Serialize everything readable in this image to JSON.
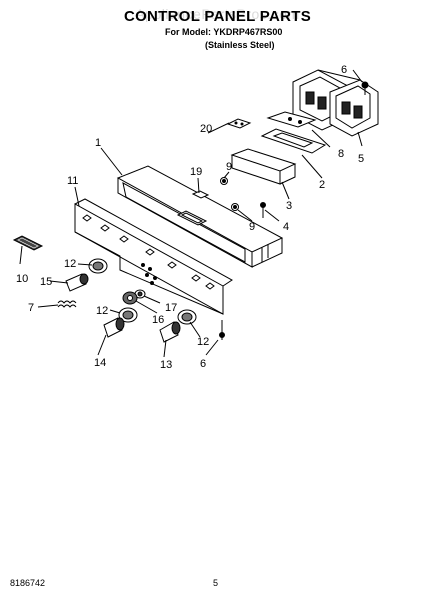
{
  "header": {
    "watermark": "AppliancePartsPros.com",
    "title": "CONTROL PANEL PARTS",
    "model_line": "For Model: YKDRP467RS00",
    "variant_line": "(Stainless Steel)"
  },
  "callouts": [
    "1",
    "2",
    "3",
    "4",
    "5",
    "6",
    "6",
    "7",
    "8",
    "9",
    "9",
    "10",
    "11",
    "12",
    "12",
    "12",
    "13",
    "14",
    "15",
    "16",
    "17",
    "19",
    "20"
  ],
  "footer": {
    "doc_number": "8186742",
    "page_number": "5"
  }
}
